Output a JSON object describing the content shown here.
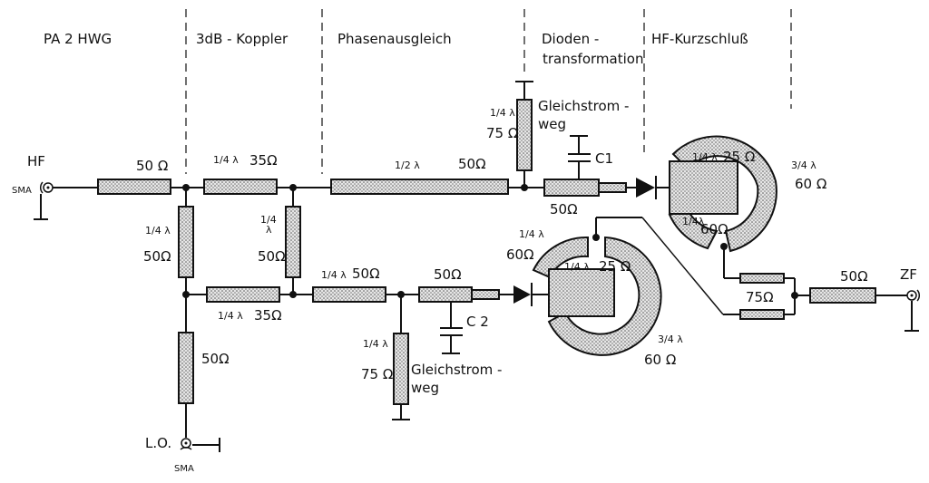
{
  "sections": {
    "pa": "PA 2 HWG",
    "coupler": "3dB - Koppler",
    "phase": "Phasenausgleich",
    "diode1": "Dioden -",
    "diode2": "transformation",
    "hf_short": "HF-Kurzschluß"
  },
  "ports": {
    "hf": "HF",
    "hf_type": "SMA",
    "lo": "L.O.",
    "lo_type": "SMA",
    "zf": "ZF"
  },
  "labels": {
    "in_50": "50 Ω",
    "c_top_len": "1/4 λ",
    "c_top_z": "35Ω",
    "c_left_len": "1/4 λ",
    "c_left_z": "50Ω",
    "c_right_len": "1/4",
    "c_right_len2": "λ",
    "c_right_z": "50Ω",
    "c_bot_len": "1/4 λ",
    "c_bot_z": "35Ω",
    "lo_z": "50Ω",
    "half_len": "1/2 λ",
    "half_z": "50Ω",
    "stub_top_len": "1/4 λ",
    "stub_top_z": "75 Ω",
    "gs1a": "Gleichstrom -",
    "gs1b": "weg",
    "c1": "C1",
    "tr1_z": "50Ω",
    "rad1_len": "1/4 λ",
    "rad1_z": "25 Ω",
    "rad1_len2": "1/4λ",
    "rad1_z2": "60Ω",
    "arc1_len": "3/4 λ",
    "arc1_z": "60 Ω",
    "b_len": "1/4 λ",
    "b_z": "50Ω",
    "b_50": "50Ω",
    "c2": "C 2",
    "stub_bot_len": "1/4 λ",
    "stub_bot_z": "75 Ω",
    "gs2a": "Gleichstrom -",
    "gs2b": "weg",
    "rad2_plen": "1/4 λ",
    "rad2_pz": "60Ω",
    "rad2_len": "1/4 λ",
    "rad2_z": "25 Ω",
    "arc2_len": "3/4 λ",
    "arc2_z": "60 Ω",
    "if_75": "75Ω",
    "zf_50": "50Ω"
  }
}
